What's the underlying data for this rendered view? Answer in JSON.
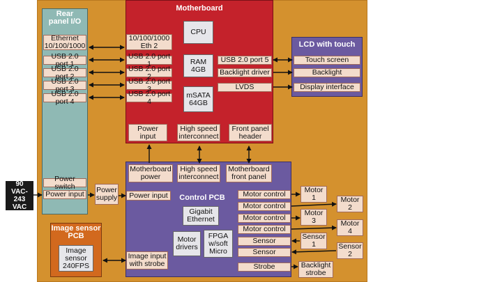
{
  "colors": {
    "background": "#d4912e",
    "motherboard": "#c4222b",
    "control_pcb": "#6b5aa0",
    "lcd": "#6b5aa0",
    "rear_panel": "#8fb9b4",
    "image_sensor_pcb": "#d2691e",
    "label_box": "#f3dccc",
    "chip_box": "#e6e6ea",
    "power_source": "#1a1a1a"
  },
  "power_source": {
    "label": "90\nVAC-243\nVAC"
  },
  "rear_panel": {
    "title": "Rear\npanel I/O",
    "ethernet": "Ethernet\n10/100/1000",
    "usb_ports": [
      "USB 2.0 port 1",
      "USB 2.0 port 2",
      "USB 2.0 port 3",
      "USB 2.0 port 4"
    ],
    "power_switch": "Power switch",
    "power_input": "Power input"
  },
  "power_supply": {
    "label": "Power\nsupply"
  },
  "motherboard": {
    "title": "Motherboard",
    "eth": "10/100/1000\nEth 2",
    "usb_ports": [
      "USB 2.0 port 1",
      "USB 2.0 port 2",
      "USB 2.0 port 3",
      "USB 2.0 port 4"
    ],
    "cpu": "CPU",
    "ram": "RAM\n4GB",
    "msata": "mSATA\n64GB",
    "usb5": "USB 2.0 port 5",
    "backlight_driver": "Backlight driver",
    "lvds": "LVDS",
    "power_input": "Power\ninput",
    "high_speed": "High speed\ninterconnect",
    "front_panel_header": "Front panel\nheader"
  },
  "lcd": {
    "title": "LCD with touch",
    "touch": "Touch screen",
    "backlight": "Backlight",
    "display": "Display interface"
  },
  "control_pcb": {
    "title": "Control PCB",
    "mb_power": "Motherboard\npower",
    "high_speed": "High speed\ninterconnect",
    "mb_front_panel": "Motherboard\nfront panel",
    "power_input": "Power input",
    "ethernet": "Gigabit\nEthernet",
    "motor_drivers": "Motor\ndrivers",
    "fpga": "FPGA\nw/soft\nMicro",
    "image_input": "Image input\nwith strobe",
    "motor_controls": [
      "Motor control",
      "Motor control",
      "Motor control",
      "Motor control"
    ],
    "sensors": [
      "Sensor",
      "Sensor"
    ],
    "strobe": "Strobe"
  },
  "image_sensor_pcb": {
    "title": "Image sensor\nPCB",
    "sensor": "Image\nsensor\n240FPS"
  },
  "external": {
    "motors": [
      "Motor\n1",
      "Motor\n2",
      "Motor\n3",
      "Motor\n4"
    ],
    "sensors": [
      "Sensor\n1",
      "Sensor\n2"
    ],
    "backlight_strobe": "Backlight\nstrobe"
  }
}
